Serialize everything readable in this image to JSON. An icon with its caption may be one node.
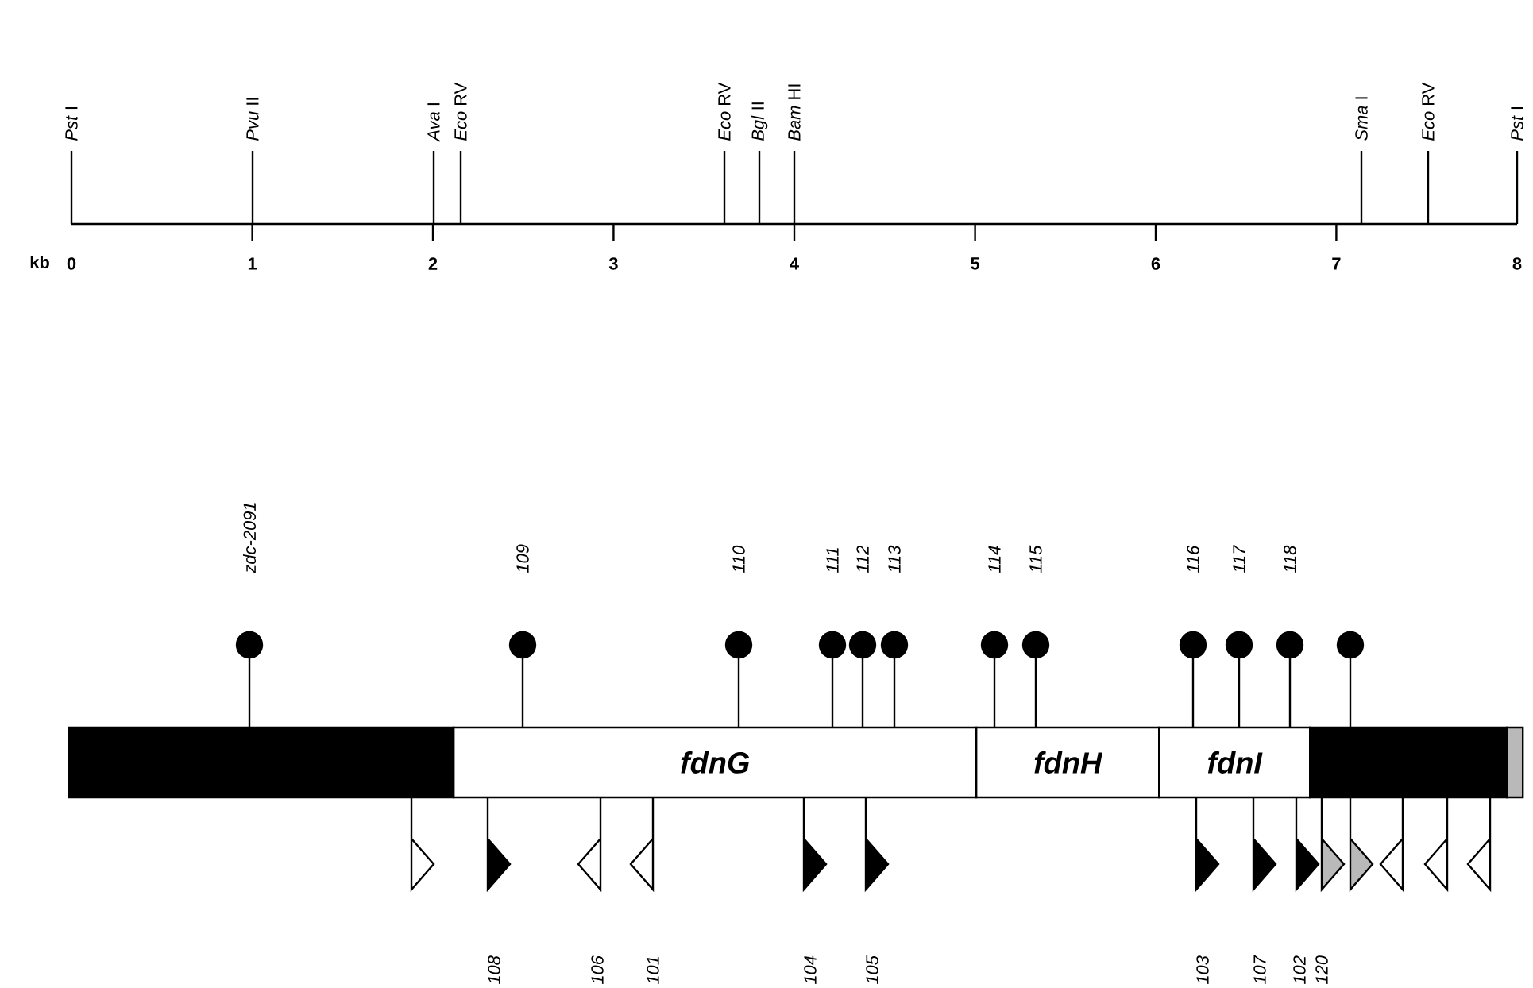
{
  "diagram": {
    "nodes": [
      {
        "text": [],
        "shape": "bar"
      },
      {
        "text": [
          "fdnG"
        ]
      },
      {
        "text": [
          "fdnH"
        ]
      },
      {
        "text": [
          "fdnI"
        ]
      },
      {
        "text": [],
        "shape": "bar"
      },
      {
        "text": [],
        "shape": "bar"
      }
    ],
    "labels": [
      "*Pst* I",
      "*Pvu* II",
      "*Ava* I",
      "*Eco* RV",
      "*Eco* RV",
      "*Bgl* II",
      "*Bam* HI",
      "*Sma* I",
      "*Eco* RV",
      "*Pst* I",
      "kb",
      "0",
      "1",
      "2",
      "3",
      "4",
      "5",
      "6",
      "7",
      "8",
      "zdc-2091",
      "109",
      "110",
      "111",
      "112",
      "113",
      "114",
      "115",
      "116",
      "117",
      "118",
      "108",
      "106",
      "101",
      "104",
      "105",
      "103",
      "107",
      "102",
      "120"
    ]
  }
}
